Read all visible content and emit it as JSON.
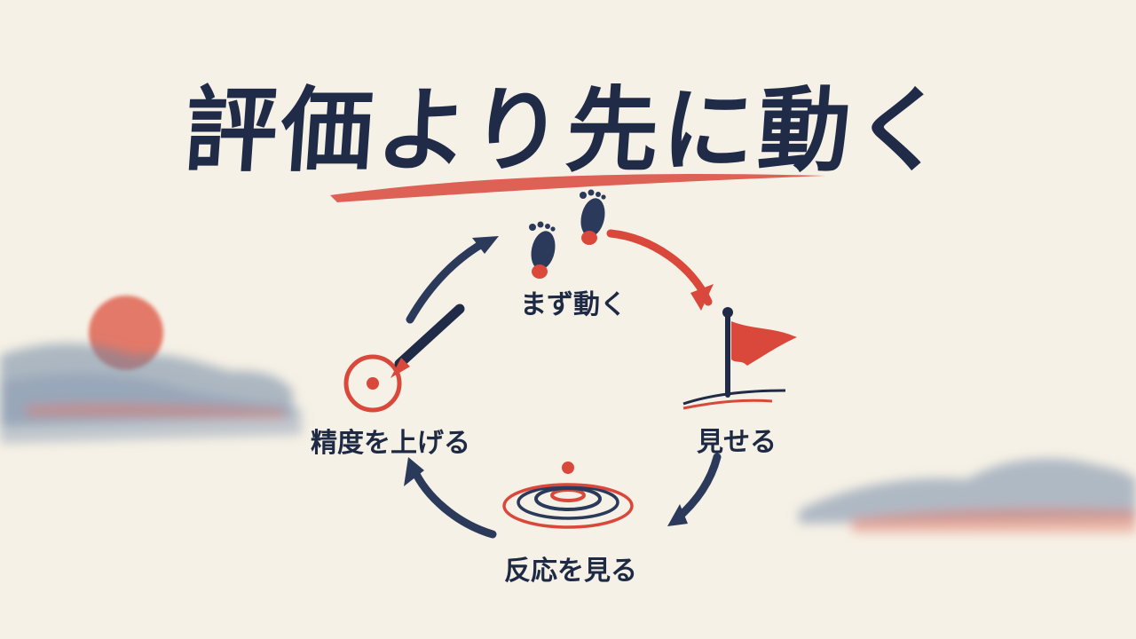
{
  "title": "評価より先に動く",
  "cycle": {
    "steps": [
      {
        "label": "まず動く",
        "icon": "footprints-icon"
      },
      {
        "label": "見せる",
        "icon": "flag-icon"
      },
      {
        "label": "反応を見る",
        "icon": "ripple-icon"
      },
      {
        "label": "精度を上げる",
        "icon": "brush-target-icon"
      }
    ]
  },
  "colors": {
    "ink": "#1f2b47",
    "accent_red": "#d9483b",
    "paper": "#f6f1e6",
    "mist": "#5d7390"
  }
}
